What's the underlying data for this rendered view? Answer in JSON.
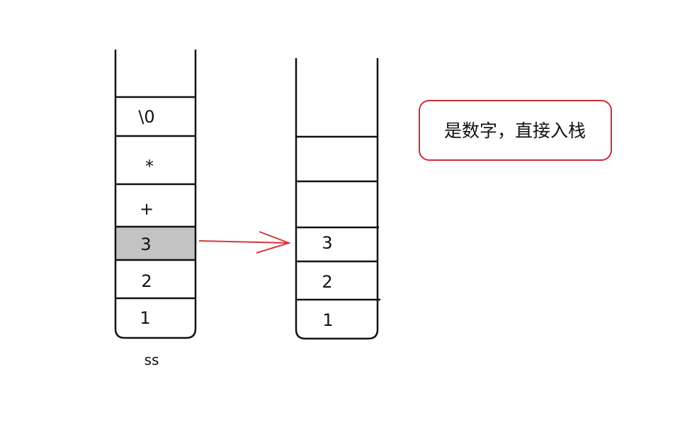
{
  "left_stack": {
    "label": "ss",
    "cells": [
      "\\0",
      "*",
      "+",
      "3",
      "2",
      "1"
    ],
    "highlighted_index": 3
  },
  "right_stack": {
    "cells": [
      "",
      "",
      "3",
      "2",
      "1"
    ]
  },
  "note": {
    "text": "是数字，直接入栈"
  },
  "colors": {
    "stroke": "#111111",
    "highlight_fill": "#c3c3c3",
    "arrow": "#d9363e",
    "note_border": "#cc2b36"
  }
}
